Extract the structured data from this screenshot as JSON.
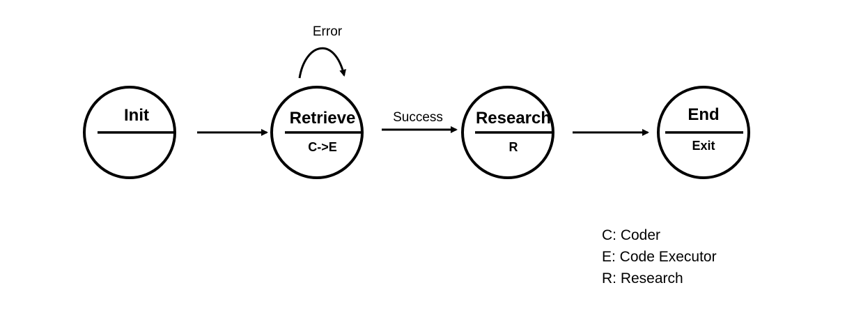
{
  "states": {
    "init": {
      "title": "Init",
      "subtitle": ""
    },
    "retrieve": {
      "title": "Retrieve",
      "subtitle": "C->E"
    },
    "research": {
      "title": "Research",
      "subtitle": "R"
    },
    "end": {
      "title": "End",
      "subtitle": "Exit"
    }
  },
  "edges": {
    "error_label": "Error",
    "success_label": "Success"
  },
  "legend": [
    "C: Coder",
    "E: Code Executor",
    "R: Research"
  ]
}
